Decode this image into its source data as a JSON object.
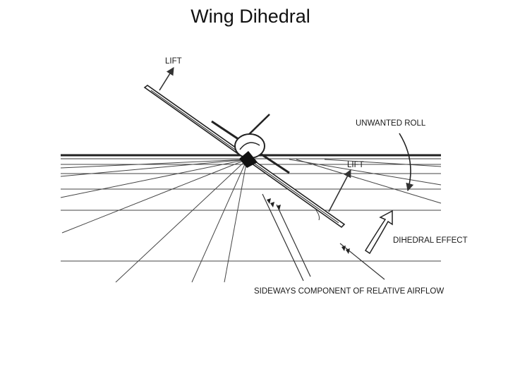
{
  "slide": {
    "title": "Wing Dihedral"
  },
  "diagram": {
    "labels": {
      "lift_top": "LIFT",
      "lift_wing": "LIFT",
      "unwanted_roll": "UNWANTED ROLL",
      "dihedral_effect": "DIHEDRAL EFFECT",
      "sideways_component": "SIDEWAYS COMPONENT OF RELATIVE AIRFLOW"
    }
  }
}
